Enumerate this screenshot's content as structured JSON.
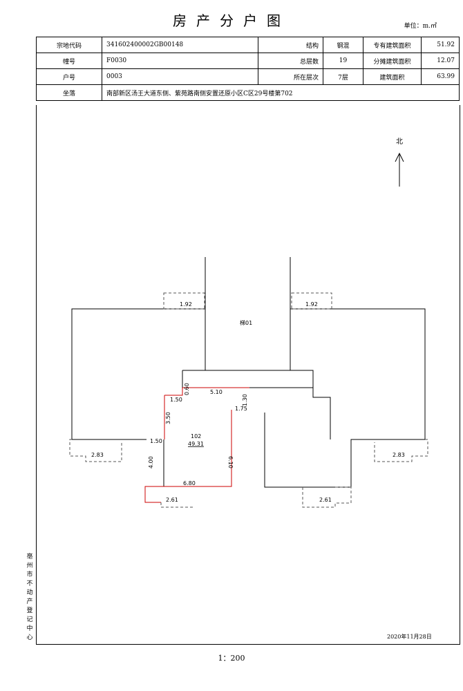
{
  "doc": {
    "title": "房产分户图",
    "unit": "单位：m.㎡",
    "office_vertical": "亳州市不动产登记中心",
    "date": "2020年11月28日",
    "scale": "1：200"
  },
  "table": {
    "row1": {
      "label": "宗地代码",
      "value": "341602400002GB00148",
      "label2": "结构",
      "value2": "钢混",
      "label3": "专有建筑面积",
      "value3": "51.92"
    },
    "row2": {
      "label": "幢号",
      "value": "F0030",
      "label2": "总层数",
      "value2": "19",
      "label3": "分摊建筑面积",
      "value3": "12.07"
    },
    "row3": {
      "label": "户号",
      "value": "0003",
      "label2": "所在层次",
      "value2": "7层",
      "label3": "建筑面积",
      "value3": "63.99"
    },
    "row4": {
      "label": "坐落",
      "value": "南部新区汤王大道东侧、紫苑路南侧安置还原小区C区29号楼第702"
    }
  },
  "plan": {
    "north": "北",
    "room_label": "梯01",
    "unit_no": "102",
    "unit_area": "49.31",
    "dims": {
      "d_top_left_balcony": "1.92",
      "d_top_right_balcony": "1.92",
      "d_left_balcony": "2.83",
      "d_right_balcony": "2.83",
      "d_bottom_left_balcony": "2.61",
      "d_bottom_right_balcony": "2.61",
      "d_510": "5.10",
      "d_060": "0.60",
      "d_150a": "1.50",
      "d_350": "3.50",
      "d_150b": "1.50",
      "d_400": "4.00",
      "d_680": "6.80",
      "d_610": "6.10",
      "d_175": "1.75",
      "d_130": "1.30"
    },
    "colors": {
      "outline": "#000000",
      "highlight": "#cc0000",
      "dashed": "#555555"
    }
  }
}
